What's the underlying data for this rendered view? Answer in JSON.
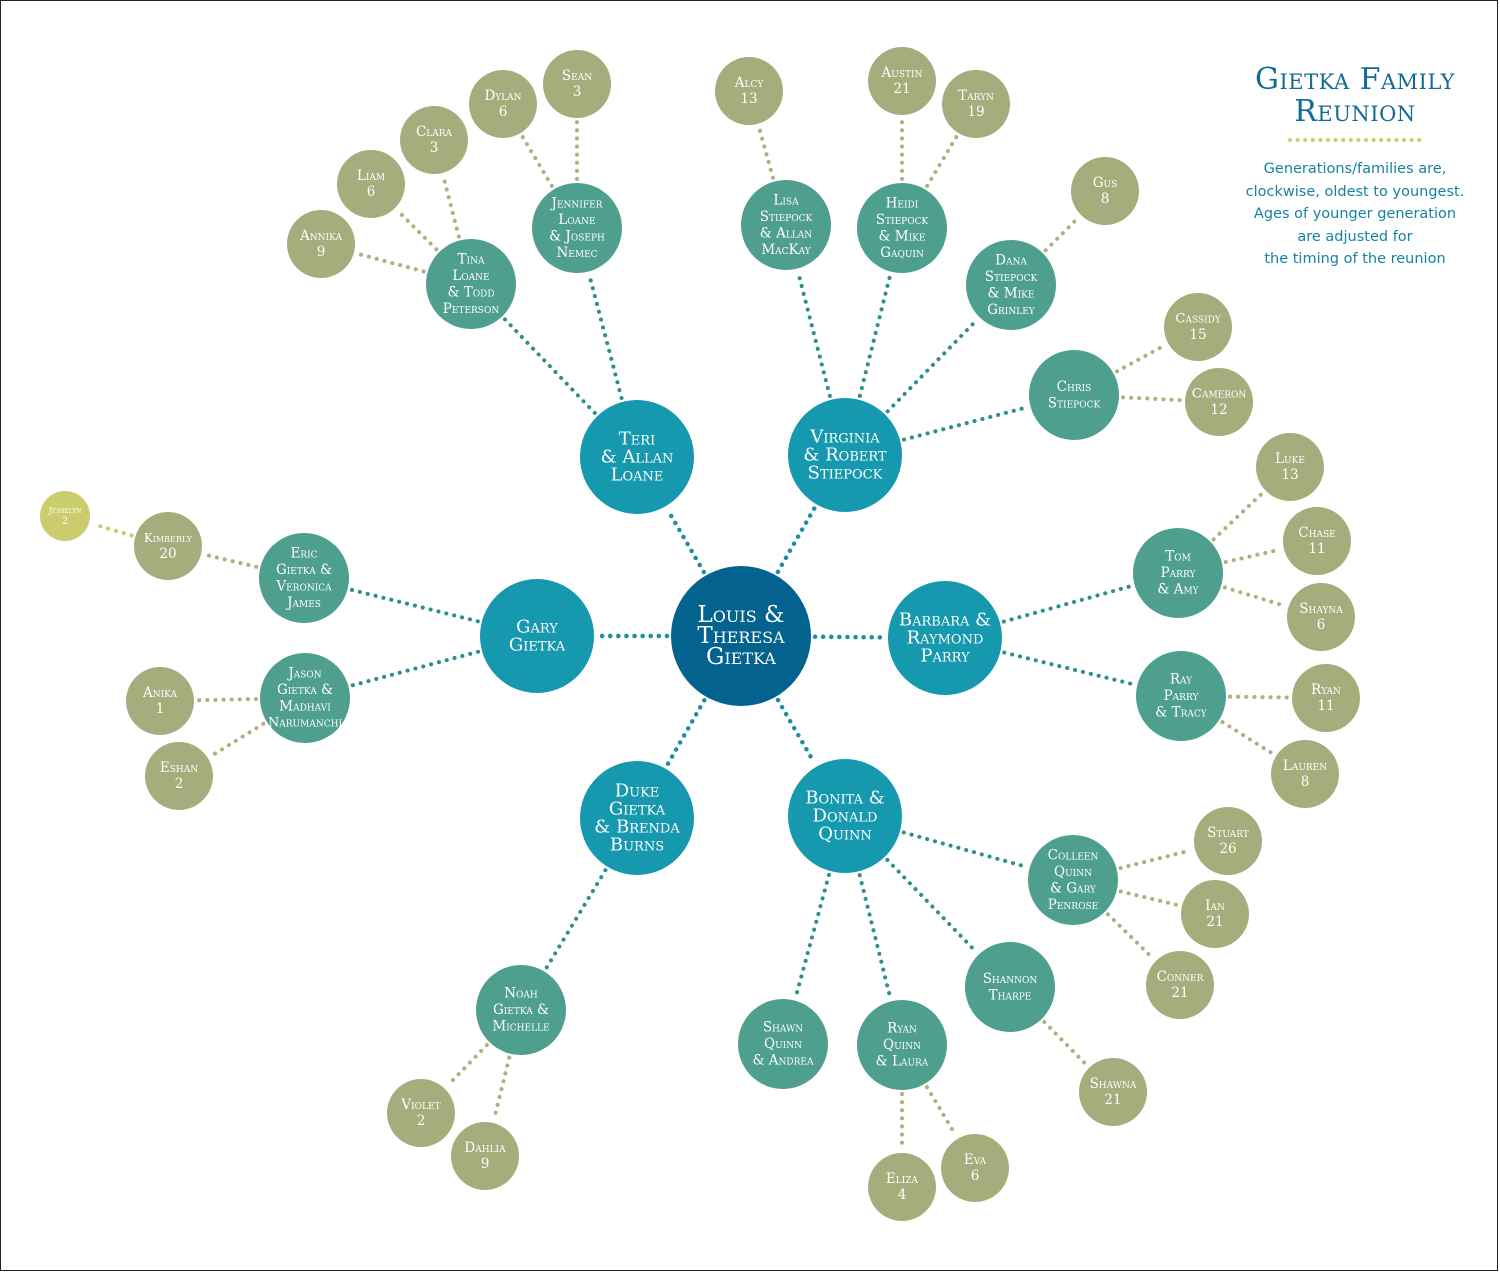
{
  "title": "Gietka Family Reunion",
  "subtitle_lines": [
    "Generations/families are,",
    "clockwise, oldest to youngest.",
    "Ages of younger generation",
    "are adjusted for",
    "the timing of the reunion"
  ],
  "colors": {
    "root": "#03638e",
    "generation_1": "#1699ae",
    "generation_2": "#4f9f8f",
    "generation_3": "#a3ae7c",
    "generation_4": "#cbcc6c",
    "title": "#156b8f",
    "subtitle": "#1683a3"
  },
  "people": [
    {
      "id": "root",
      "gen": 0,
      "lines": [
        "Louis &",
        "Theresa",
        "Gietka"
      ]
    },
    {
      "id": "teri",
      "gen": 1,
      "parent": "root",
      "lines": [
        "Teri",
        "& Allan",
        "Loane"
      ]
    },
    {
      "id": "virginia",
      "gen": 1,
      "parent": "root",
      "lines": [
        "Virginia",
        "& Robert",
        "Stiepock"
      ]
    },
    {
      "id": "barbara",
      "gen": 1,
      "parent": "root",
      "lines": [
        "Barbara &",
        "Raymond",
        "Parry"
      ]
    },
    {
      "id": "bonita",
      "gen": 1,
      "parent": "root",
      "lines": [
        "Bonita &",
        "Donald",
        "Quinn"
      ]
    },
    {
      "id": "duke",
      "gen": 1,
      "parent": "root",
      "lines": [
        "Duke",
        "Gietka",
        "& Brenda",
        "Burns"
      ]
    },
    {
      "id": "gary",
      "gen": 1,
      "parent": "root",
      "lines": [
        "Gary",
        "Gietka"
      ]
    },
    {
      "id": "tina",
      "gen": 2,
      "parent": "teri",
      "lines": [
        "Tina",
        "Loane",
        "& Todd",
        "Peterson"
      ]
    },
    {
      "id": "jennifer",
      "gen": 2,
      "parent": "teri",
      "lines": [
        "Jennifer",
        "Loane",
        "& Joseph",
        "Nemec"
      ]
    },
    {
      "id": "lisa",
      "gen": 2,
      "parent": "virginia",
      "lines": [
        "Lisa",
        "Stiepock",
        "& Allan",
        "MacKay"
      ]
    },
    {
      "id": "heidi",
      "gen": 2,
      "parent": "virginia",
      "lines": [
        "Heidi",
        "Stiepock",
        "& Mike",
        "Gaquin"
      ]
    },
    {
      "id": "dana",
      "gen": 2,
      "parent": "virginia",
      "lines": [
        "Dana",
        "Stiepock",
        "& Mike",
        "Grinley"
      ]
    },
    {
      "id": "chris",
      "gen": 2,
      "parent": "virginia",
      "lines": [
        "Chris",
        "Stiepock"
      ]
    },
    {
      "id": "tom",
      "gen": 2,
      "parent": "barbara",
      "lines": [
        "Tom",
        "Parry",
        "& Amy"
      ]
    },
    {
      "id": "ray",
      "gen": 2,
      "parent": "barbara",
      "lines": [
        "Ray",
        "Parry",
        "& Tracy"
      ]
    },
    {
      "id": "colleen",
      "gen": 2,
      "parent": "bonita",
      "lines": [
        "Colleen",
        "Quinn",
        "& Gary",
        "Penrose"
      ]
    },
    {
      "id": "shannon",
      "gen": 2,
      "parent": "bonita",
      "lines": [
        "Shannon",
        "Tharpe"
      ]
    },
    {
      "id": "ryanq",
      "gen": 2,
      "parent": "bonita",
      "lines": [
        "Ryan",
        "Quinn",
        "& Laura"
      ]
    },
    {
      "id": "shawn",
      "gen": 2,
      "parent": "bonita",
      "lines": [
        "Shawn",
        "Quinn",
        "& Andrea"
      ]
    },
    {
      "id": "noah",
      "gen": 2,
      "parent": "duke",
      "lines": [
        "Noah",
        "Gietka &",
        "Michelle"
      ]
    },
    {
      "id": "jason",
      "gen": 2,
      "parent": "gary",
      "lines": [
        "Jason",
        "Gietka &",
        "Madhavi",
        "Narumanchi"
      ]
    },
    {
      "id": "eric",
      "gen": 2,
      "parent": "gary",
      "lines": [
        "Eric",
        "Gietka &",
        "Veronica",
        "James"
      ]
    },
    {
      "id": "annika",
      "gen": 3,
      "parent": "tina",
      "lines": [
        "Annika",
        "9"
      ]
    },
    {
      "id": "liam",
      "gen": 3,
      "parent": "tina",
      "lines": [
        "Liam",
        "6"
      ]
    },
    {
      "id": "clara",
      "gen": 3,
      "parent": "tina",
      "lines": [
        "Clara",
        "3"
      ]
    },
    {
      "id": "dylan",
      "gen": 3,
      "parent": "jennifer",
      "lines": [
        "Dylan",
        "6"
      ]
    },
    {
      "id": "sean",
      "gen": 3,
      "parent": "jennifer",
      "lines": [
        "Sean",
        "3"
      ]
    },
    {
      "id": "alcy",
      "gen": 3,
      "parent": "lisa",
      "lines": [
        "Alcy",
        "13"
      ]
    },
    {
      "id": "austin",
      "gen": 3,
      "parent": "heidi",
      "lines": [
        "Austin",
        "21"
      ]
    },
    {
      "id": "taryn",
      "gen": 3,
      "parent": "heidi",
      "lines": [
        "Taryn",
        "19"
      ]
    },
    {
      "id": "gus",
      "gen": 3,
      "parent": "dana",
      "lines": [
        "Gus",
        "8"
      ]
    },
    {
      "id": "cassidy",
      "gen": 3,
      "parent": "chris",
      "lines": [
        "Cassidy",
        "15"
      ]
    },
    {
      "id": "cameron",
      "gen": 3,
      "parent": "chris",
      "lines": [
        "Cameron",
        "12"
      ]
    },
    {
      "id": "luke",
      "gen": 3,
      "parent": "tom",
      "lines": [
        "Luke",
        "13"
      ]
    },
    {
      "id": "chase",
      "gen": 3,
      "parent": "tom",
      "lines": [
        "Chase",
        "11"
      ]
    },
    {
      "id": "shayna",
      "gen": 3,
      "parent": "tom",
      "lines": [
        "Shayna",
        "6"
      ]
    },
    {
      "id": "ryan11",
      "gen": 3,
      "parent": "ray",
      "lines": [
        "Ryan",
        "11"
      ]
    },
    {
      "id": "lauren",
      "gen": 3,
      "parent": "ray",
      "lines": [
        "Lauren",
        "8"
      ]
    },
    {
      "id": "stuart",
      "gen": 3,
      "parent": "colleen",
      "lines": [
        "Stuart",
        "26"
      ]
    },
    {
      "id": "ian",
      "gen": 3,
      "parent": "colleen",
      "lines": [
        "Ian",
        "21"
      ]
    },
    {
      "id": "conner",
      "gen": 3,
      "parent": "colleen",
      "lines": [
        "Conner",
        "21"
      ]
    },
    {
      "id": "shawna",
      "gen": 3,
      "parent": "shannon",
      "lines": [
        "Shawna",
        "21"
      ]
    },
    {
      "id": "eva",
      "gen": 3,
      "parent": "ryanq",
      "lines": [
        "Eva",
        "6"
      ]
    },
    {
      "id": "eliza",
      "gen": 3,
      "parent": "ryanq",
      "lines": [
        "Eliza",
        "4"
      ]
    },
    {
      "id": "dahlia",
      "gen": 3,
      "parent": "noah",
      "lines": [
        "Dahlia",
        "9"
      ]
    },
    {
      "id": "violet",
      "gen": 3,
      "parent": "noah",
      "lines": [
        "Violet",
        "2"
      ]
    },
    {
      "id": "eshan",
      "gen": 3,
      "parent": "jason",
      "lines": [
        "Eshan",
        "2"
      ]
    },
    {
      "id": "anika",
      "gen": 3,
      "parent": "jason",
      "lines": [
        "Anika",
        "1"
      ]
    },
    {
      "id": "kimberly",
      "gen": 3,
      "parent": "eric",
      "lines": [
        "Kimberly",
        "20"
      ]
    },
    {
      "id": "jesselyn",
      "gen": 4,
      "parent": "kimberly",
      "lines": [
        "Jesselyn",
        "2"
      ]
    }
  ]
}
